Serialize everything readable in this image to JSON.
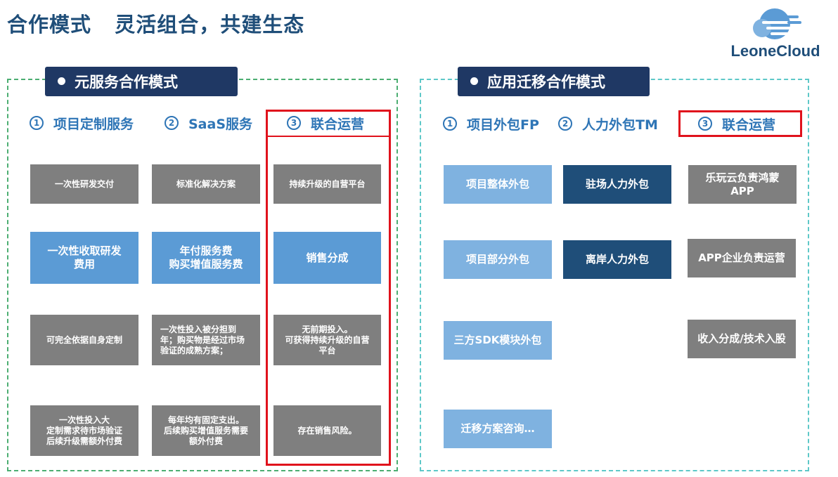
{
  "title": "合作模式   灵活组合，共建生态",
  "logo": {
    "text": "LeoneCloud",
    "colors": {
      "cloud": "#5b9bd5",
      "text": "#1f4e79"
    }
  },
  "left": {
    "header": "元服务合作模式",
    "columns": [
      {
        "num": "1",
        "label": "项目定制服务"
      },
      {
        "num": "2",
        "label": "SaaS服务"
      },
      {
        "num": "3",
        "label": "联合运营"
      }
    ],
    "cards": [
      [
        "一次性研发交付",
        "标准化解决方案",
        "持续升级的自营平台"
      ],
      [
        "一次性收取研发费用",
        "年付服务费\n购买增值服务费",
        "销售分成"
      ],
      [
        "可完全依据自身定制",
        "一次性投入被分担到年；购买物是经过市场验证的成熟方案；",
        "无前期投入。\n可获得持续升级的自营平台"
      ],
      [
        "一次性投入大\n定制需求待市场验证\n后续升级需额外付费",
        "每年均有固定支出。\n后续购买增值服务需要额外付费",
        "存在销售风险。"
      ]
    ]
  },
  "right": {
    "header": "应用迁移合作模式",
    "columns": [
      {
        "num": "1",
        "label": "项目外包FP"
      },
      {
        "num": "2",
        "label": "人力外包TM"
      },
      {
        "num": "3",
        "label": "联合运营"
      }
    ],
    "col1": [
      "项目整体外包",
      "项目部分外包",
      "三方SDK模块外包",
      "迁移方案咨询…"
    ],
    "col2": [
      "驻场人力外包",
      "离岸人力外包"
    ],
    "col3": [
      "乐玩云负责鸿蒙\nAPP",
      "APP企业负责运营",
      "收入分成/技术入股"
    ]
  },
  "colors": {
    "title": "#1f4e79",
    "header_bg": "#1f3864",
    "accent_blue": "#2e75b6",
    "highlight_red": "#e0121c",
    "card_gray": "#7f7f7f",
    "card_blue": "#5b9bd5",
    "card_light_blue": "#7fb2e0",
    "card_navy": "#1f4e79",
    "left_border": "#4cae72",
    "right_border": "#5ec8c8"
  }
}
